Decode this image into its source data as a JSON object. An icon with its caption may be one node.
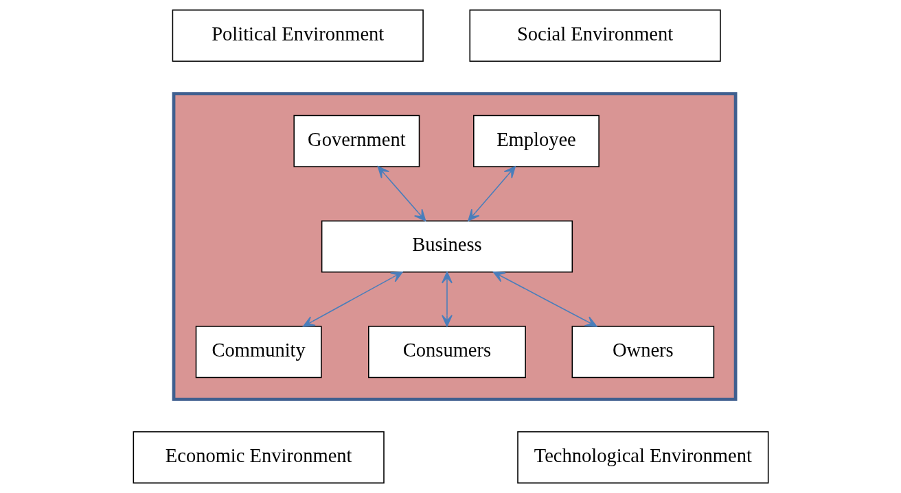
{
  "diagram": {
    "nodes": [
      {
        "text": [
          "Political Environment"
        ]
      },
      {
        "text": [
          "Social Environment"
        ]
      },
      {
        "text": [],
        "shape": "box"
      },
      {
        "text": [
          "Government"
        ],
        "in": 2
      },
      {
        "text": [
          "Employee"
        ],
        "in": 2
      },
      {
        "text": [
          "Business"
        ],
        "in": 2
      },
      {
        "text": [
          "Community"
        ],
        "in": 2
      },
      {
        "text": [
          "Owners"
        ],
        "in": 2
      },
      {
        "text": [
          "Consumers"
        ],
        "in": 2
      },
      {
        "text": [
          "Economic Environment"
        ]
      },
      {
        "text": [
          "Technological Environment"
        ]
      }
    ],
    "edges": [
      {
        "from": 3,
        "to": 5,
        "arrow": "both"
      },
      {
        "from": 4,
        "to": 5,
        "arrow": "both"
      },
      {
        "from": 5,
        "to": 6,
        "arrow": "both"
      },
      {
        "from": 5,
        "to": 8,
        "arrow": "both"
      },
      {
        "from": 5,
        "to": 7,
        "arrow": "both"
      }
    ]
  }
}
